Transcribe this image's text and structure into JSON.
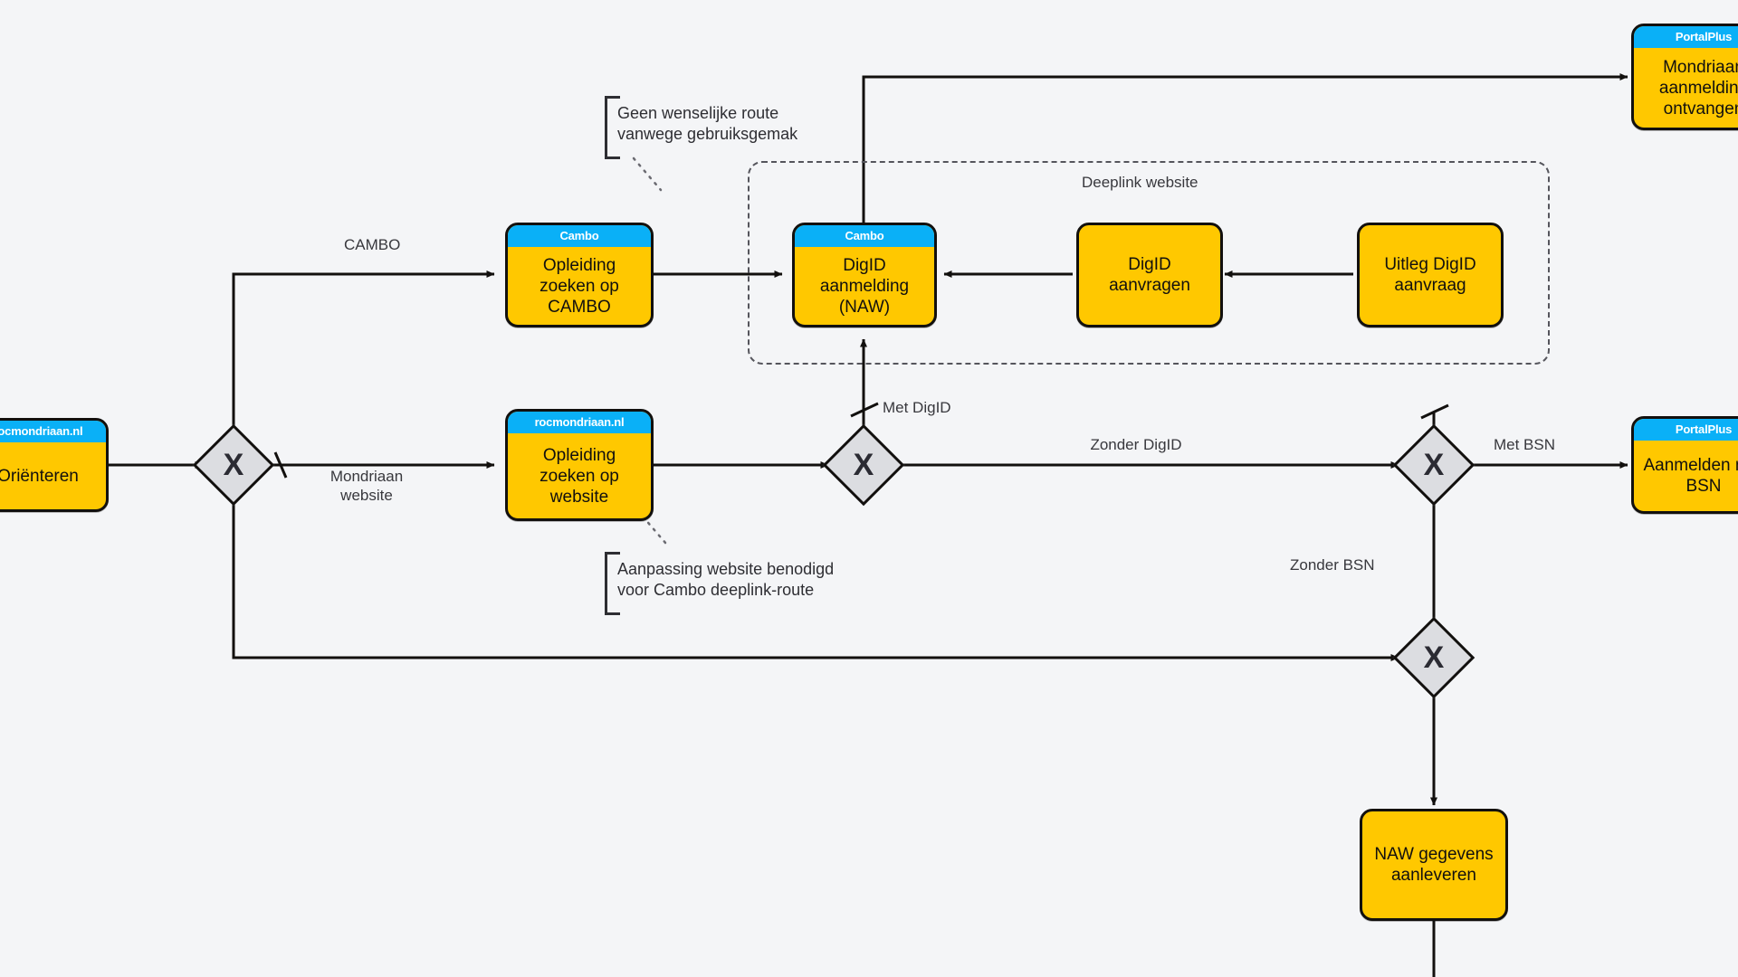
{
  "diagram": {
    "type": "bpmn-flowchart",
    "background_color": "#f4f5f7",
    "colors": {
      "task_fill": "#ffc800",
      "pool_header_fill": "#0ab0f7",
      "pool_header_text": "#ffffff",
      "gateway_fill": "#dcdde1",
      "stroke": "#12100e",
      "label_text": "#38383d"
    }
  },
  "tasks": [
    {
      "id": "orienteren",
      "pool": "rocmondriaan.nl",
      "label": "Oriënteren"
    },
    {
      "id": "opleiding-cambo",
      "pool": "Cambo",
      "label": "Opleiding\nzoeken op\nCAMBO"
    },
    {
      "id": "digid-aanmelding",
      "pool": "Cambo",
      "label": "DigID\naanmelding\n(NAW)"
    },
    {
      "id": "digid-aanvragen",
      "pool": "",
      "label": "DigID\naanvragen"
    },
    {
      "id": "uitleg-digid",
      "pool": "",
      "label": "Uitleg DigID\naanvraag"
    },
    {
      "id": "opleiding-website",
      "pool": "rocmondriaan.nl",
      "label": "Opleiding\nzoeken op\nwebsite"
    },
    {
      "id": "mondriaan-aanmelding-ontvangen",
      "pool": "PortalPlus",
      "label": "Mondriaan\naanmelding\nontvangen"
    },
    {
      "id": "aanmelden-met-bsn",
      "pool": "PortalPlus",
      "label": "Aanmelden met\nBSN"
    },
    {
      "id": "naw-gegevens",
      "pool": "",
      "label": "NAW gegevens\naanleveren"
    }
  ],
  "gateways": [
    {
      "id": "gw-kanaal",
      "symbol": "X"
    },
    {
      "id": "gw-digid",
      "symbol": "X"
    },
    {
      "id": "gw-bsn",
      "symbol": "X"
    },
    {
      "id": "gw-naw",
      "symbol": "X"
    }
  ],
  "edge_labels": [
    {
      "id": "lbl-cambo",
      "text": "CAMBO"
    },
    {
      "id": "lbl-mondriaan-website",
      "text": "Mondriaan\nwebsite"
    },
    {
      "id": "lbl-met-digid",
      "text": "Met DigID"
    },
    {
      "id": "lbl-zonder-digid",
      "text": "Zonder DigID"
    },
    {
      "id": "lbl-met-bsn",
      "text": "Met BSN"
    },
    {
      "id": "lbl-zonder-bsn",
      "text": "Zonder BSN"
    }
  ],
  "groups": [
    {
      "id": "deeplink-group",
      "label": "Deeplink website"
    }
  ],
  "annotations": [
    {
      "id": "annot-geen-wenselijke-route",
      "text": "Geen wenselijke route\nvanwege gebruiksgemak"
    },
    {
      "id": "annot-aanpassing-website",
      "text": "Aanpassing website benodigd\nvoor Cambo deeplink-route"
    }
  ]
}
